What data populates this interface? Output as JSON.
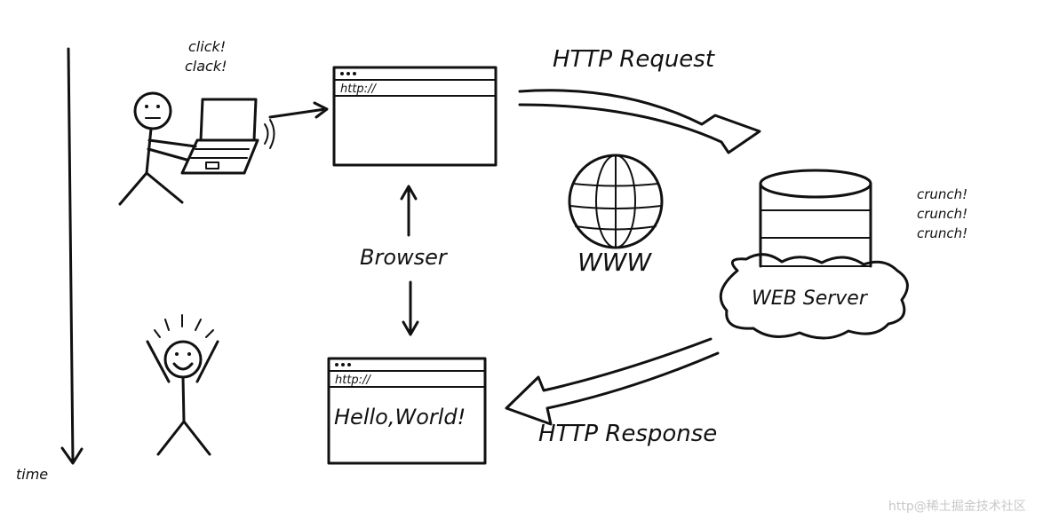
{
  "labels": {
    "click_line1": "click!",
    "click_line2": "clack!",
    "url_top": "http://",
    "url_bottom": "http://",
    "http_request": "HTTP Request",
    "http_response": "HTTP Response",
    "browser": "Browser",
    "www": "WWW",
    "web_server": "WEB Server",
    "crunch": [
      "crunch!",
      "crunch!",
      "crunch!"
    ],
    "hello_world": "Hello,World!",
    "time": "time"
  },
  "watermark": "http@稀土掘金技术社区"
}
